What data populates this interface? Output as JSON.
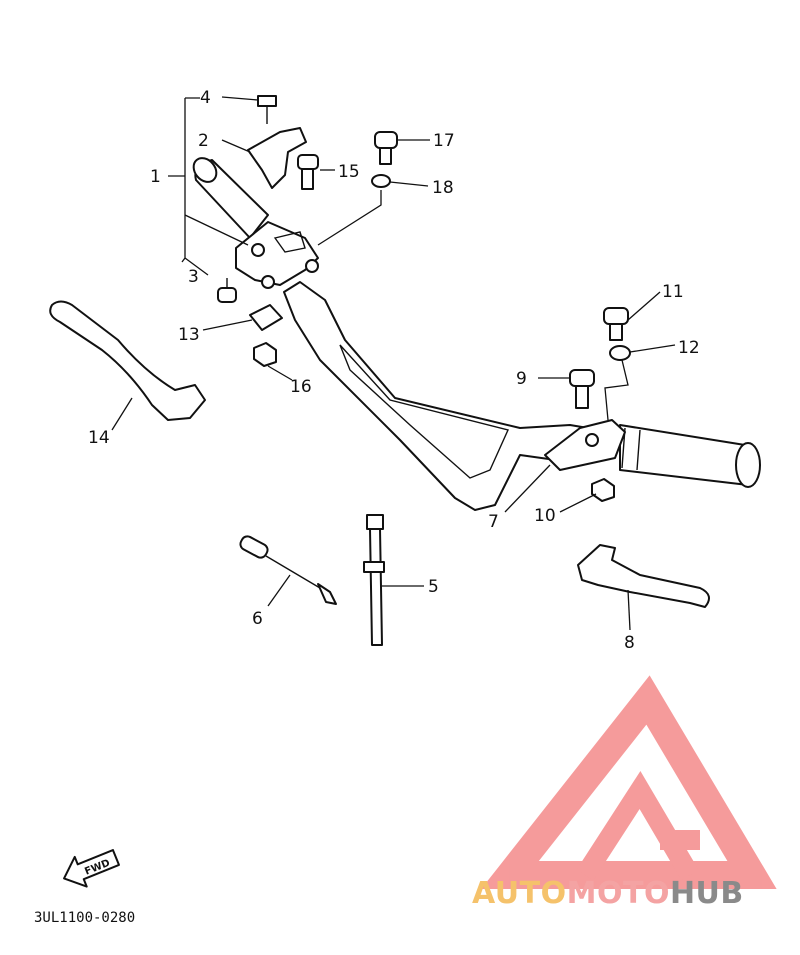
{
  "diagram": {
    "code": "3UL1100-0280",
    "fwd": "FWD",
    "labels": [
      "1",
      "2",
      "3",
      "4",
      "5",
      "6",
      "7",
      "8",
      "9",
      "10",
      "11",
      "12",
      "13",
      "14",
      "15",
      "16",
      "17",
      "18"
    ]
  },
  "watermark": {
    "part1": "AUTO",
    "part2": "MOTO",
    "part3": "HUB",
    "color1": "#f5c26b",
    "color2": "#f4a3a3",
    "color3": "#8a8a8a",
    "logo_color": "#f48a8a"
  }
}
